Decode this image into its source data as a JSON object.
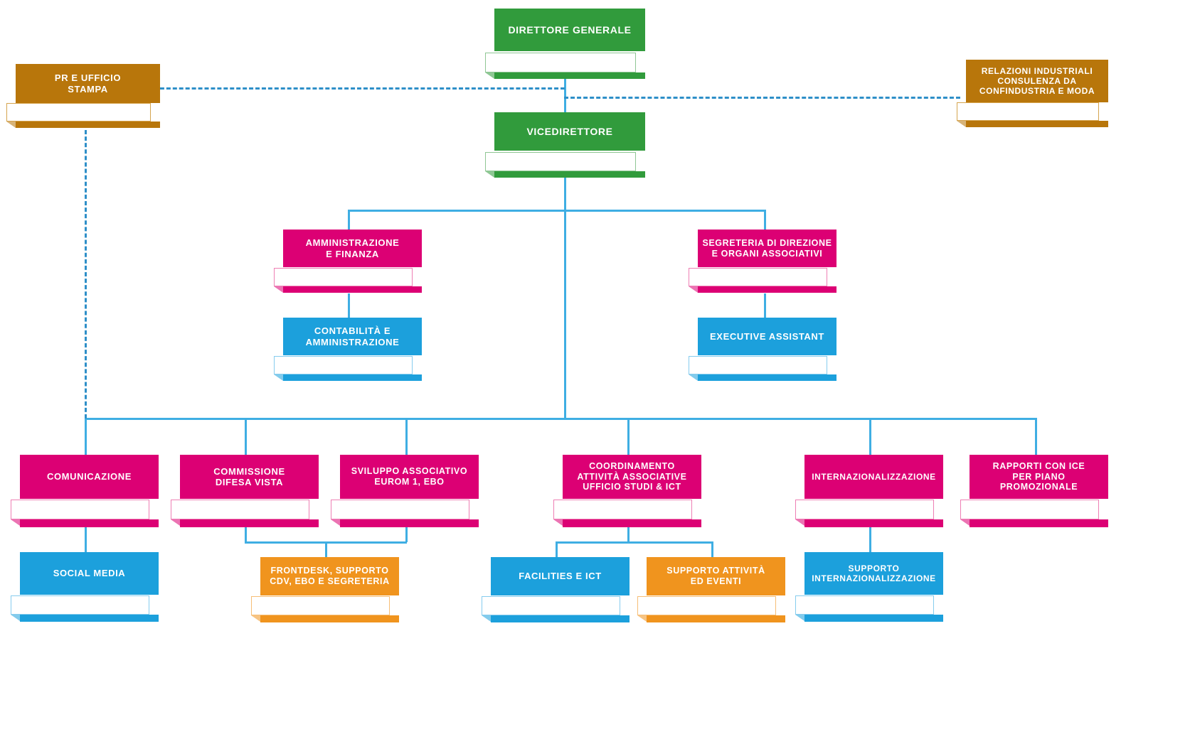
{
  "chart_data": {
    "type": "diagram",
    "diagram_kind": "organizational-chart",
    "title": "Organigramma",
    "language": "it",
    "palette": {
      "green": "#319B3C",
      "gold": "#B8760B",
      "magenta": "#DC0074",
      "blue": "#1CA0DC",
      "orange": "#F0941E",
      "connector": "#3FAEE3",
      "dashed_connector": "#2E8FC8",
      "background": "#FFFFFF",
      "box_label": "#FFFFFF"
    },
    "levels": [
      {
        "level": 1,
        "nodes": [
          "direttore-generale"
        ]
      },
      {
        "level": 2,
        "nodes": [
          "pr-ufficio-stampa",
          "vicedirettore",
          "relazioni-industriali"
        ]
      },
      {
        "level": 3,
        "nodes": [
          "amministrazione-finanza",
          "segreteria-direzione"
        ]
      },
      {
        "level": 4,
        "nodes": [
          "contabilita-amministrazione",
          "executive-assistant"
        ]
      },
      {
        "level": 5,
        "nodes": [
          "comunicazione",
          "commissione-difesa-vista",
          "sviluppo-associativo",
          "coordinamento-attivita",
          "internazionalizzazione",
          "rapporti-ice"
        ]
      },
      {
        "level": 6,
        "nodes": [
          "social-media",
          "frontdesk",
          "facilities-ict",
          "supporto-attivita-eventi",
          "supporto-internazionalizzazione"
        ]
      }
    ],
    "edges": [
      {
        "from": "direttore-generale",
        "to": "pr-ufficio-stampa",
        "style": "dashed"
      },
      {
        "from": "direttore-generale",
        "to": "relazioni-industriali",
        "style": "dashed"
      },
      {
        "from": "direttore-generale",
        "to": "vicedirettore",
        "style": "solid"
      },
      {
        "from": "vicedirettore",
        "to": "amministrazione-finanza",
        "style": "solid"
      },
      {
        "from": "vicedirettore",
        "to": "segreteria-direzione",
        "style": "solid"
      },
      {
        "from": "amministrazione-finanza",
        "to": "contabilita-amministrazione",
        "style": "solid"
      },
      {
        "from": "segreteria-direzione",
        "to": "executive-assistant",
        "style": "solid"
      },
      {
        "from": "vicedirettore",
        "to": "comunicazione",
        "style": "solid"
      },
      {
        "from": "vicedirettore",
        "to": "commissione-difesa-vista",
        "style": "solid"
      },
      {
        "from": "vicedirettore",
        "to": "sviluppo-associativo",
        "style": "solid"
      },
      {
        "from": "vicedirettore",
        "to": "coordinamento-attivita",
        "style": "solid"
      },
      {
        "from": "vicedirettore",
        "to": "internazionalizzazione",
        "style": "solid"
      },
      {
        "from": "vicedirettore",
        "to": "rapporti-ice",
        "style": "solid"
      },
      {
        "from": "pr-ufficio-stampa",
        "to": "comunicazione",
        "style": "dashed"
      },
      {
        "from": "comunicazione",
        "to": "social-media",
        "style": "solid"
      },
      {
        "from": "commissione-difesa-vista",
        "to": "frontdesk",
        "style": "solid"
      },
      {
        "from": "sviluppo-associativo",
        "to": "frontdesk",
        "style": "solid"
      },
      {
        "from": "coordinamento-attivita",
        "to": "facilities-ict",
        "style": "solid"
      },
      {
        "from": "coordinamento-attivita",
        "to": "supporto-attivita-eventi",
        "style": "solid"
      },
      {
        "from": "internazionalizzazione",
        "to": "supporto-internazionalizzazione",
        "style": "solid"
      }
    ]
  },
  "nodes": {
    "direttore_generale": {
      "label": "DIRETTORE GENERALE",
      "color": "green"
    },
    "pr_ufficio_stampa": {
      "label": "PR E UFFICIO\nSTAMPA",
      "color": "gold"
    },
    "relazioni_industriali": {
      "label": "RELAZIONI INDUSTRIALI\nCONSULENZA DA\nCONFINDUSTRIA E MODA",
      "color": "gold"
    },
    "vicedirettore": {
      "label": "VICEDIRETTORE",
      "color": "green"
    },
    "amministrazione_finanza": {
      "label": "AMMINISTRAZIONE\nE FINANZA",
      "color": "magenta"
    },
    "segreteria_direzione": {
      "label": "SEGRETERIA DI DIREZIONE\nE ORGANI ASSOCIATIVI",
      "color": "magenta"
    },
    "contabilita": {
      "label": "CONTABILITÀ E\nAMMINISTRAZIONE",
      "color": "blue"
    },
    "executive_assistant": {
      "label": "EXECUTIVE ASSISTANT",
      "color": "blue"
    },
    "comunicazione": {
      "label": "COMUNICAZIONE",
      "color": "magenta"
    },
    "commissione_difesa": {
      "label": "COMMISSIONE\nDIFESA VISTA",
      "color": "magenta"
    },
    "sviluppo_associativo": {
      "label": "SVILUPPO ASSOCIATIVO\nEUROM 1, EBO",
      "color": "magenta"
    },
    "coordinamento": {
      "label": "COORDINAMENTO\nATTIVITÀ ASSOCIATIVE\nUFFICIO STUDI & ICT",
      "color": "magenta"
    },
    "internazionalizzazione": {
      "label": "INTERNAZIONALIZZAZIONE",
      "color": "magenta"
    },
    "rapporti_ice": {
      "label": "RAPPORTI CON ICE\nPER PIANO\nPROMOZIONALE",
      "color": "magenta"
    },
    "social_media": {
      "label": "SOCIAL MEDIA",
      "color": "blue"
    },
    "frontdesk": {
      "label": "FRONTDESK, SUPPORTO\nCDV, EBO E SEGRETERIA",
      "color": "orange"
    },
    "facilities_ict": {
      "label": "FACILITIES E ICT",
      "color": "blue"
    },
    "supporto_eventi": {
      "label": "SUPPORTO ATTIVITÀ\nED EVENTI",
      "color": "orange"
    },
    "supporto_internaz": {
      "label": "SUPPORTO\nINTERNAZIONALIZZAZIONE",
      "color": "blue"
    }
  }
}
